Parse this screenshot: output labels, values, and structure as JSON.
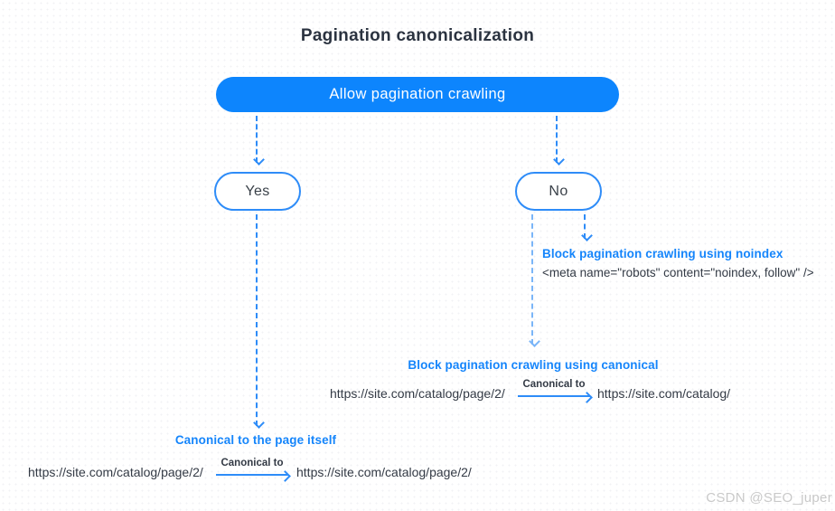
{
  "title": "Pagination canonicalization",
  "root": {
    "label": "Allow pagination crawling"
  },
  "yes": {
    "label": "Yes",
    "heading": "Canonical to the page itself",
    "flow": {
      "from": "https://site.com/catalog/page/2/",
      "arrow_label": "Canonical to",
      "to": "https://site.com/catalog/page/2/"
    }
  },
  "no": {
    "label": "No",
    "noindex": {
      "heading": "Block pagination crawling using noindex",
      "code": "<meta name=\"robots\" content=\"noindex, follow\" />"
    },
    "canonical": {
      "heading": "Block pagination crawling using canonical",
      "from": "https://site.com/catalog/page/2/",
      "arrow_label": "Canonical to",
      "to": "https://site.com/catalog/"
    }
  },
  "watermark": "CSDN @SEO_juper",
  "colors": {
    "accent_blue": "#0d85fd",
    "heading_blue": "#1585fb",
    "arrow_blue": "#2e8cf8",
    "light_arrow_blue": "#7ab5f8",
    "dark_text": "#333a45",
    "watermark_gray": "#c9c9c9"
  }
}
